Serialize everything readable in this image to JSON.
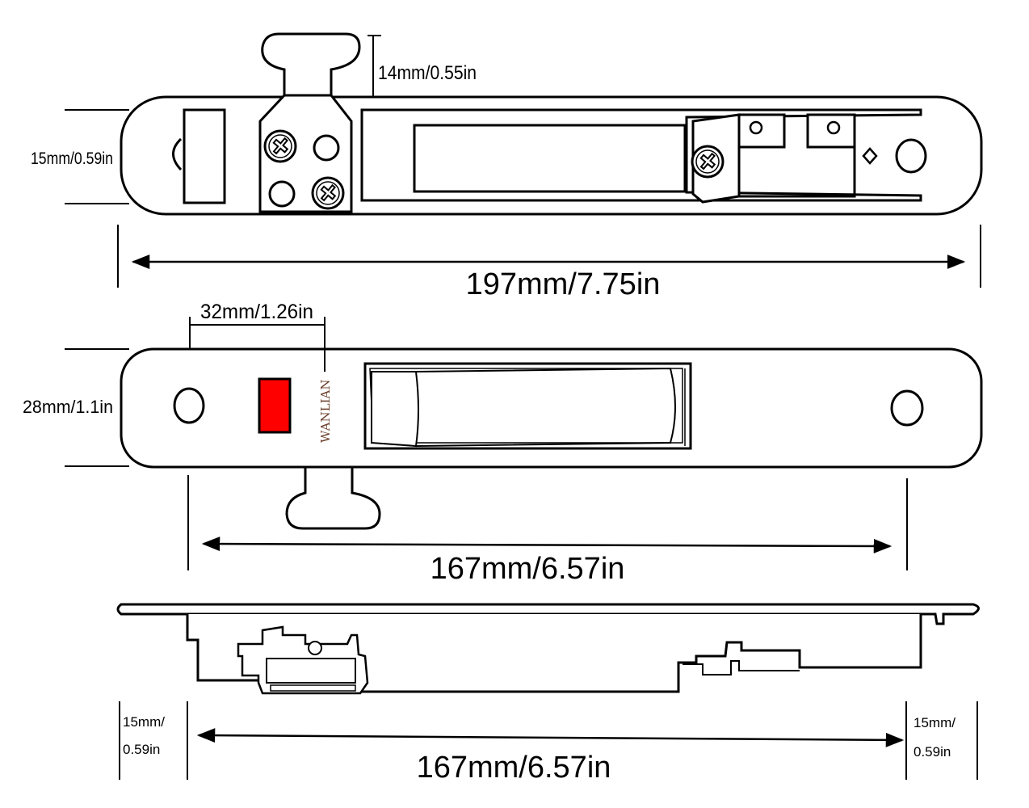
{
  "colors": {
    "stroke": "#000000",
    "background": "#ffffff",
    "indicator": "#ff0000",
    "watermark": "#6b3f2a"
  },
  "top_view": {
    "tab_height": "14mm/0.55in",
    "plate_height": "15mm/0.59in",
    "overall_length": "197mm/7.75in",
    "screw_icons": [
      "phillips-screw-icon",
      "phillips-screw-icon",
      "phillips-screw-icon"
    ]
  },
  "front_view": {
    "hole_spacing": "32mm/1.26in",
    "plate_height": "28mm/1.1in",
    "watermark": "WANLIAN",
    "hole_span": "167mm/6.57in"
  },
  "side_view": {
    "left_depth": "15mm/",
    "left_depth_in": "0.59in",
    "right_depth": "15mm/",
    "right_depth_in": "0.59in",
    "body_length": "167mm/6.57in"
  }
}
